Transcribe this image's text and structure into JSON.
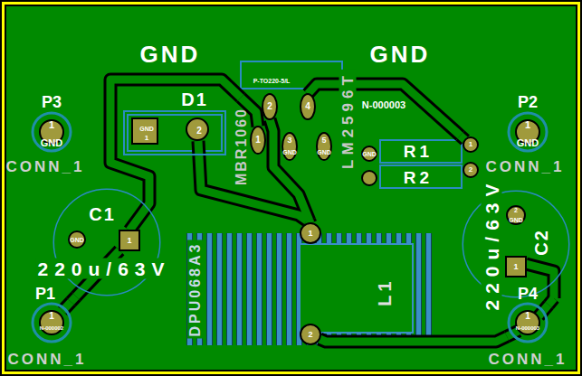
{
  "diagram": {
    "nodes": [
      {
        "text": [
          "P3",
          "1",
          "GND",
          "CONN_1"
        ]
      },
      {
        "text": [
          "D1",
          "GND",
          "1",
          "2"
        ]
      },
      {
        "text": [
          "P-TO220-5/L",
          "LM2596T",
          "2",
          "4",
          "1",
          "3",
          "GND",
          "5",
          "GND"
        ]
      },
      {
        "text": [
          "R1"
        ]
      },
      {
        "text": [
          "R2"
        ]
      },
      {
        "text": [
          "P2",
          "1",
          "GND",
          "CONN_1"
        ]
      },
      {
        "text": [
          "C1",
          "GND",
          "1",
          "220u/63V"
        ]
      },
      {
        "text": [
          "DPU068A3",
          "L1",
          "1",
          "2"
        ]
      },
      {
        "text": [
          "C2",
          "2",
          "GND",
          "1",
          "220u/63V"
        ]
      },
      {
        "text": [
          "P1",
          "1",
          "N-000002",
          "CONN_1"
        ]
      },
      {
        "text": [
          "P4",
          "1",
          "N-000003",
          "CONN_1"
        ]
      }
    ],
    "edges": [
      {
        "from": 9,
        "to": 6,
        "arrow": "none"
      },
      {
        "from": 6,
        "to": 2,
        "arrow": "none"
      },
      {
        "from": 2,
        "to": 7,
        "arrow": "none"
      },
      {
        "from": 1,
        "to": 7,
        "arrow": "none"
      },
      {
        "from": 7,
        "to": 10,
        "arrow": "none"
      },
      {
        "from": 8,
        "to": 10,
        "arrow": "none"
      },
      {
        "from": 2,
        "to": 3,
        "arrow": "none"
      }
    ],
    "labels": [
      "GND",
      "GND",
      "MBR1060",
      "N-000003",
      "GND",
      "1",
      "2"
    ]
  }
}
